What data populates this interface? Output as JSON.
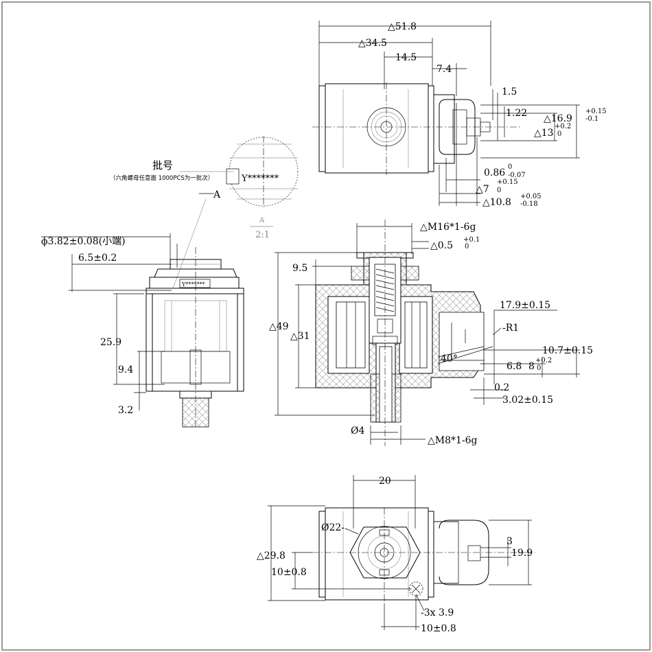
{
  "top_view": {
    "d_51_8": "△51.8",
    "d_34_5": "△34.5",
    "d_14_5": "14.5",
    "d_7_4": "7.4",
    "d_1_5": "1.5",
    "d_1_22": "1.22",
    "d_16_9": "△16.9",
    "d_16_9_tol_up": "+0.15",
    "d_16_9_tol_dn": "-0.1",
    "d_13": "△13",
    "d_13_tol_up": "+0.2",
    "d_13_tol_dn": "0",
    "d_0_86": "0.86",
    "d_0_86_tol_up": "0",
    "d_0_86_tol_dn": "-0.07",
    "d_7": "△7",
    "d_7_tol_up": "+0.15",
    "d_7_tol_dn": "0",
    "d_10_8": "△10.8",
    "d_10_8_tol_up": "+0.05",
    "d_10_8_tol_dn": "-0.18"
  },
  "detail": {
    "batch_label": "批号",
    "batch_note": "（六角螺母任意面 1000PCS为一批次）",
    "batch_code": "Y*******",
    "view_letter": "A",
    "view_letter_2": "A",
    "scale": "2:1"
  },
  "left_view": {
    "d_phi_3_82": "ϕ3.82±0.08(小端)",
    "d_6_5": "6.5±0.2",
    "d_25_9": "25.9",
    "d_9_4": "9.4",
    "d_3_2": "3.2",
    "marking": "Y*******"
  },
  "section_view": {
    "d_m16": "△M16*1-6g",
    "d_0_5": "△0.5",
    "d_0_5_tol_up": "+0.1",
    "d_0_5_tol_dn": "0",
    "d_9_5": "9.5",
    "d_49": "△49",
    "d_31": "△31",
    "d_17_9": "17.9±0.15",
    "d_r1": "-R1",
    "d_10_7": "10.7±0.15",
    "d_40deg": "40°",
    "d_6_8": "6.8",
    "d_8": "8",
    "d_8_tol_up": "+0.2",
    "d_8_tol_dn": "0",
    "d_0_2": "0.2",
    "d_3_02": "3.02±0.15",
    "d_phi4": "Ø4",
    "d_m8": "△M8*1-6g"
  },
  "bottom_view": {
    "d_20": "20",
    "d_phi22": "Ø22-",
    "d_29_8": "△29.8",
    "d_10_0_8_left": "10±0.8",
    "d_3": "3",
    "d_19_9": "19.9",
    "d_3x_3_9": "-3x 3.9",
    "d_10_0_8_bottom": "10±0.8"
  }
}
